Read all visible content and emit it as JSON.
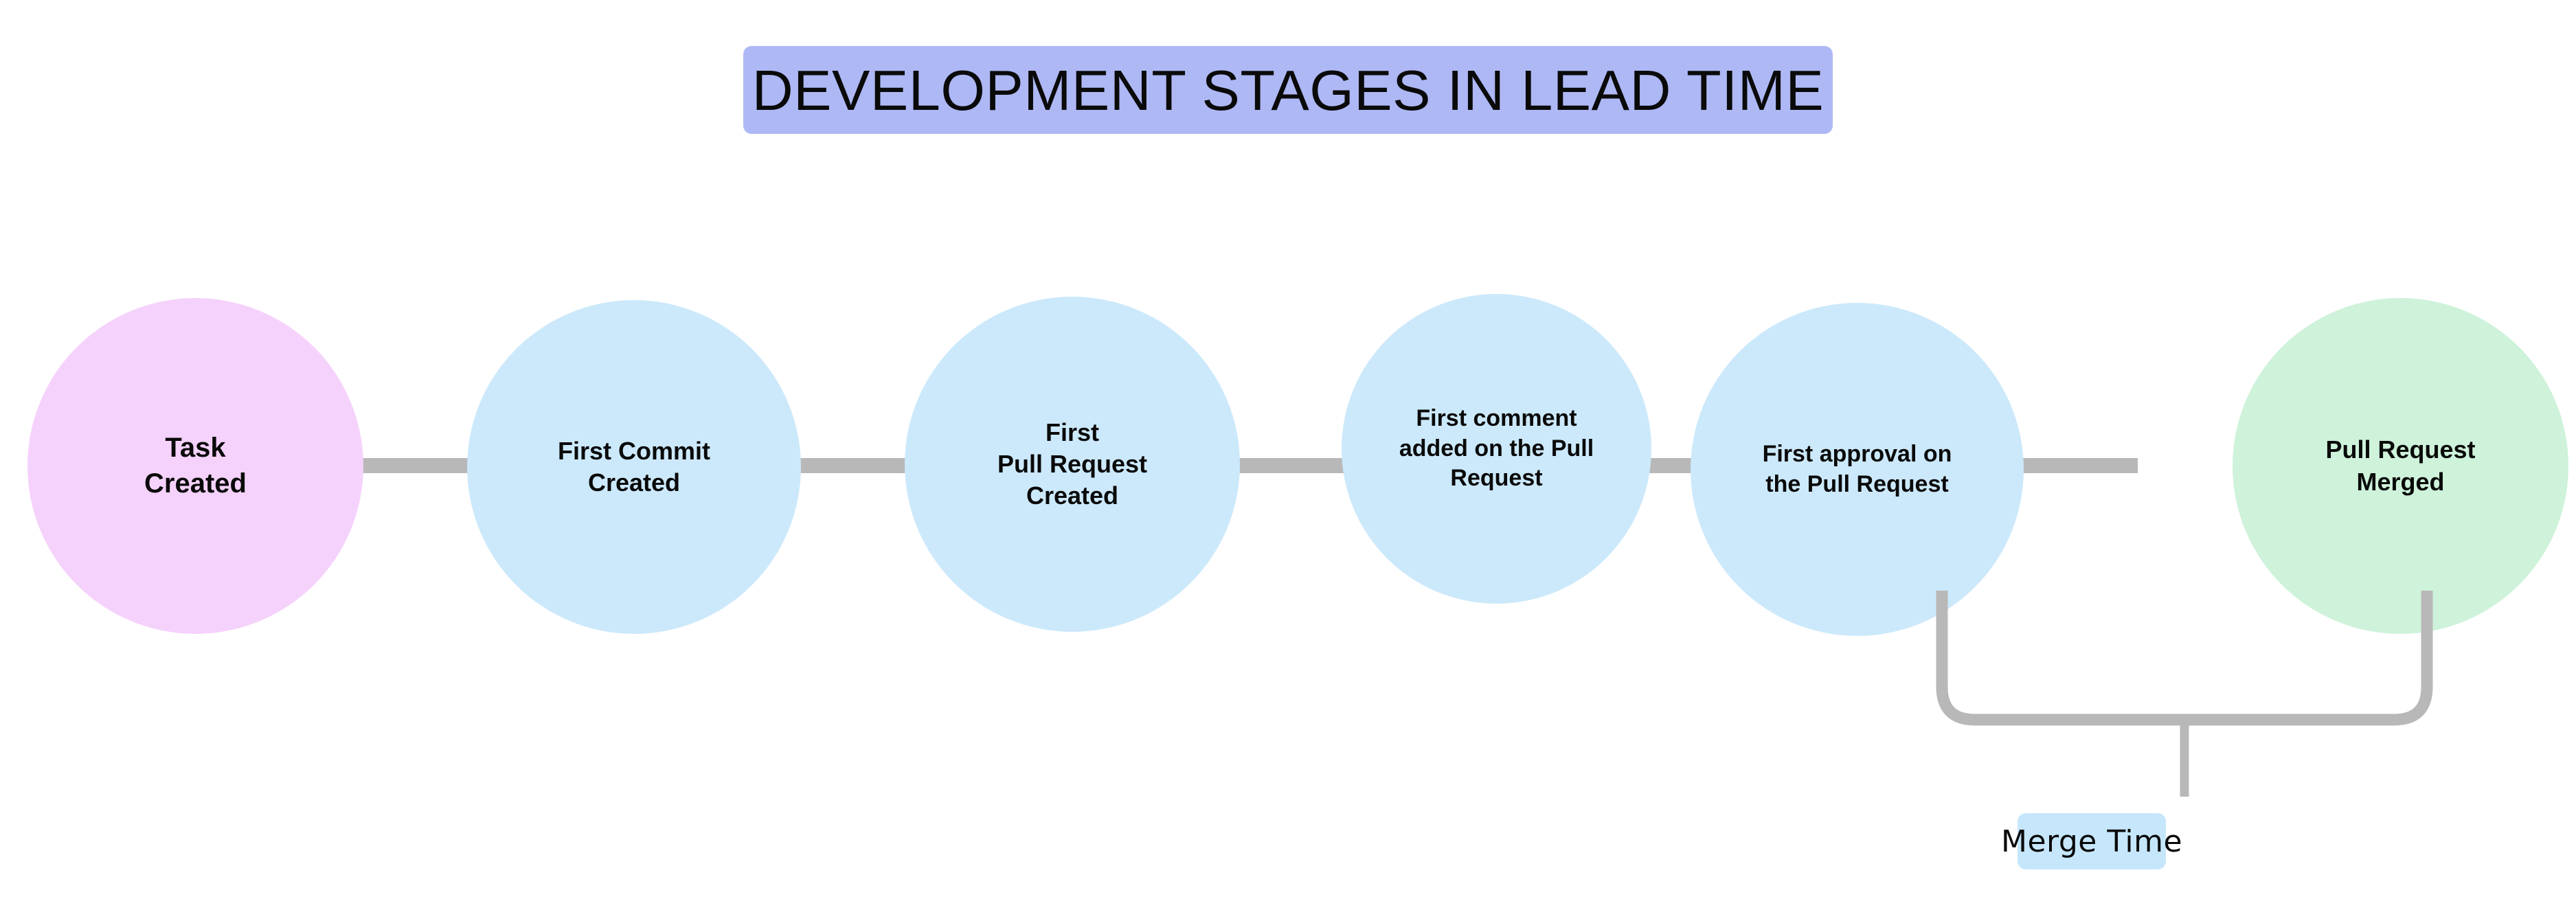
{
  "title": {
    "text": "DEVELOPMENT STAGES IN LEAD TIME",
    "background_color": "#AEB8F5",
    "text_color": "#0A0A0A"
  },
  "diagram": {
    "type": "process-flow-timeline",
    "orientation": "horizontal",
    "connector_color": "#B8B8B8",
    "stages": [
      {
        "id": "task-created",
        "label": "Task\nCreated",
        "color": "#F5D2FB",
        "order": 1
      },
      {
        "id": "first-commit-created",
        "label": "First Commit\nCreated",
        "color": "#CCE9FB",
        "order": 2
      },
      {
        "id": "first-pull-request-created",
        "label": "First\nPull Request\nCreated",
        "color": "#CCE9FB",
        "order": 3
      },
      {
        "id": "first-comment-added",
        "label": "First comment\nadded on the Pull\nRequest",
        "color": "#CCE9FB",
        "order": 4
      },
      {
        "id": "first-approval",
        "label": "First approval on\nthe Pull Request",
        "color": "#CCE9FB",
        "order": 5
      },
      {
        "id": "pull-request-merged",
        "label": "Pull Request\nMerged",
        "color": "#CEF2DA",
        "order": 6
      }
    ],
    "annotations": [
      {
        "id": "merge-time",
        "label": "Merge Time",
        "background_color": "#C6E7FB",
        "text_color": "#0A0A0A",
        "spans_from": "first-approval",
        "spans_to": "pull-request-merged"
      }
    ]
  }
}
